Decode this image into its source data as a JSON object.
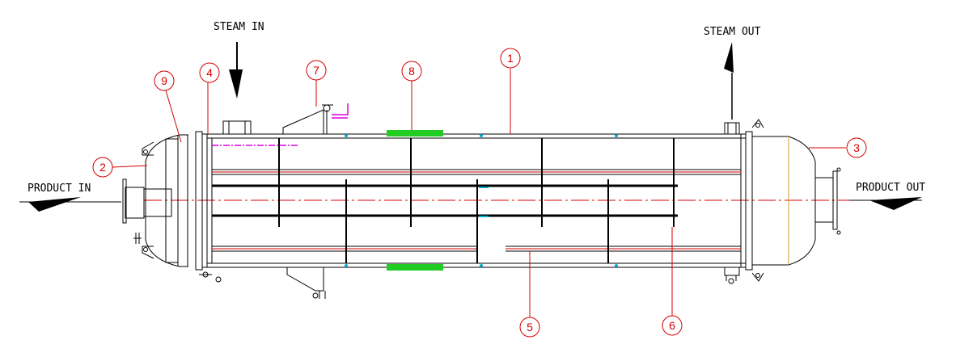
{
  "flow_labels": {
    "steam_in": "STEAM IN",
    "steam_out": "STEAM OUT",
    "product_in": "PRODUCT IN",
    "product_out": "PRODUCT OUT"
  },
  "callouts": [
    "1",
    "2",
    "3",
    "4",
    "5",
    "6",
    "7",
    "8",
    "9"
  ],
  "colors": {
    "line": "#000000",
    "callout": "#d40000",
    "centerline": "#d40000",
    "insulation_band": "#22cc22",
    "instrument": "#e000e0",
    "nozzle_marker": "#00aacc"
  }
}
